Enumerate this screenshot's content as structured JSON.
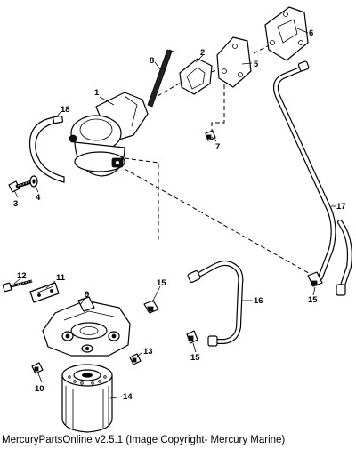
{
  "diagram": {
    "callouts": [
      "1",
      "2",
      "3",
      "4",
      "5",
      "6",
      "7",
      "8",
      "9",
      "10",
      "11",
      "12",
      "13",
      "14",
      "15",
      "15",
      "15",
      "16",
      "17",
      "18"
    ]
  },
  "caption": "MercuryPartsOnline v2.5.1 (Image Copyright- Mercury Marine)"
}
